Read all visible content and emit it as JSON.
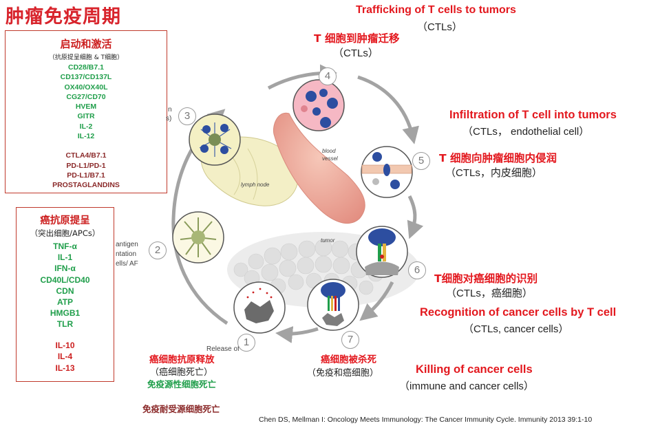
{
  "title": "肿瘤免疫周期",
  "box_priming": {
    "header": "启动和激活",
    "subtitle": "（抗原提呈细胞 & T细胞）",
    "stimulatory": [
      "CD28/B7.1",
      "CD137/CD137L",
      "OX40/OX40L",
      "CG27/CD70",
      "HVEM",
      "GITR",
      "IL-2",
      "IL-12"
    ],
    "inhibitory": [
      "CTLA4/B7.1",
      "PD-L1/PD-1",
      "PD-L1/B7.1",
      "PROSTAGLANDINS"
    ]
  },
  "box_presentation": {
    "header": "癌抗原提呈",
    "subtitle": "（突出细胞/APCs）",
    "stimulatory": [
      "TNF-α",
      "IL-1",
      "IFN-α",
      "CD40L/CD40",
      "CDN",
      "ATP",
      "HMGB1",
      "TLR"
    ],
    "inhibitory": [
      "IL-10",
      "IL-4",
      "IL-13"
    ]
  },
  "steps": {
    "trafficking": {
      "en": "Trafficking of T cells to tumors",
      "en_sub": "（CTLs）",
      "cn": "T 细胞到肿瘤迁移",
      "cn_sub": "（CTLs）"
    },
    "infiltration": {
      "en": "Infiltration of T cell into tumors",
      "en_sub": "（CTLs， endothelial cell）",
      "cn": "T 细胞向肿瘤细胞内侵润",
      "cn_sub": "（CTLs，内皮细胞）"
    },
    "recognition": {
      "cn": "T细胞对癌细胞的识别",
      "cn_sub": "（CTLs，癌细胞）",
      "en": "Recognition of cancer cells by T cell",
      "en_sub": "（CTLs, cancer cells）"
    },
    "killing": {
      "cn": "癌细胞被杀死",
      "cn_sub": "（免疫和癌细胞）",
      "en": "Killing of cancer cells",
      "en_sub": "（immune and cancer cells）"
    },
    "release": {
      "cn": "癌细胞抗原释放",
      "cn_sub": "（癌细胞死亡）",
      "green": "免疫源性细胞死亡",
      "maroon": "免疫耐受源细胞死亡"
    }
  },
  "figure": {
    "numbers": [
      "1",
      "2",
      "3",
      "4",
      "5",
      "6",
      "7"
    ],
    "labels": {
      "blood_vessel": "blood\nvessel",
      "lymph_node": "lymph node",
      "tumor": "tumor"
    },
    "cut_text": {
      "antigen": "antigen",
      "ntation": "ntation",
      "cells_ap": "ells/ AF",
      "release_of": "Release of",
      "fragment_n": "n",
      "fragment_s": "s)"
    }
  },
  "citation": "Chen DS, Mellman I: Oncology Meets Immunology: The Cancer Immunity Cycle. Immunity 2013 39:1-10"
}
